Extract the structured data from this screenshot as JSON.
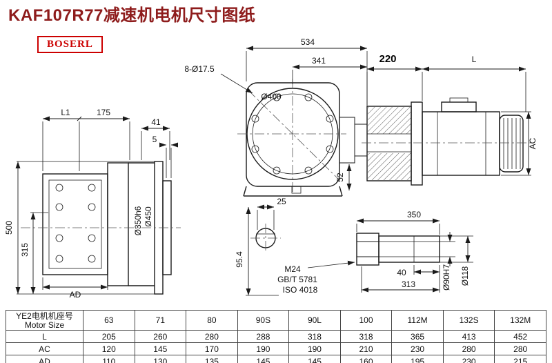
{
  "page": {
    "title": "KAF107R77减速机电机尺寸图纸"
  },
  "logo": {
    "text": "BOSERL"
  },
  "colors": {
    "title_color": "#8e1c1c",
    "logo_color": "#cc0000",
    "line_color": "#1a1a1a"
  },
  "dims": {
    "v534": "534",
    "v341": "341",
    "holes": "8-Ø17.5",
    "v400": "Ø400",
    "v52": "52",
    "v25": "25",
    "v95_4": "95.4",
    "m24": "M24",
    "gbt": "GB/T 5781",
    "iso": "ISO 4018",
    "vL1": "L1",
    "v175": "175",
    "v41": "41",
    "v5": "5",
    "v500": "500",
    "v315": "315",
    "v350h6": "Ø350h6",
    "v450": "Ø450",
    "vAD": "AD",
    "v220": "220",
    "vL": "L",
    "vAC": "AC",
    "v350": "350",
    "v40": "40",
    "v313": "313",
    "v90h7": "Ø90H7",
    "v118": "Ø118"
  },
  "table": {
    "row_header_cn": "YE2电机机座号",
    "row_header_en": "Motor Size",
    "size_headers": [
      "63",
      "71",
      "80",
      "90S",
      "90L",
      "100",
      "112M",
      "132S",
      "132M"
    ],
    "rows": [
      {
        "label": "L",
        "values": [
          "205",
          "260",
          "280",
          "288",
          "318",
          "318",
          "365",
          "413",
          "452"
        ]
      },
      {
        "label": "AC",
        "values": [
          "120",
          "145",
          "170",
          "190",
          "190",
          "210",
          "230",
          "280",
          "280"
        ]
      },
      {
        "label": "AD",
        "values": [
          "110",
          "130",
          "135",
          "145",
          "145",
          "160",
          "195",
          "230",
          "215"
        ]
      }
    ]
  }
}
